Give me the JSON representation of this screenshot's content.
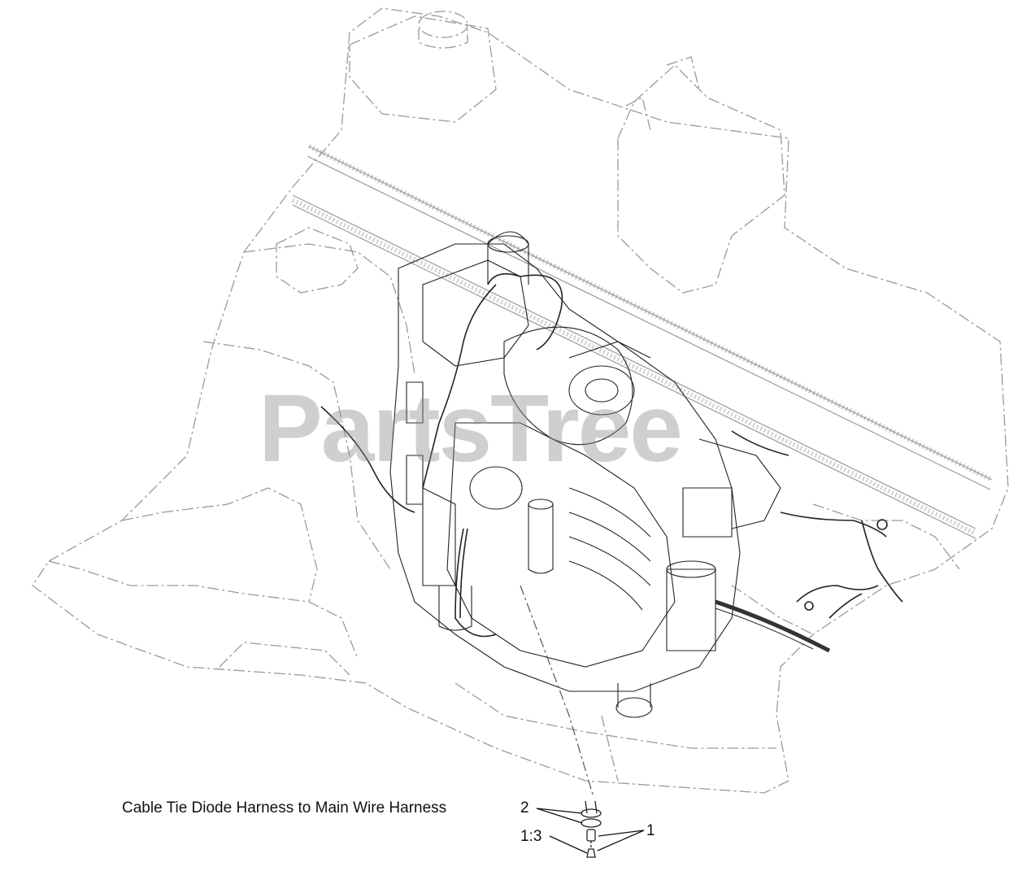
{
  "watermark": "PartsTree",
  "callouts": {
    "description": "Cable Tie Diode Harness to Main Wire Harness",
    "item_2": "2",
    "item_1": "1",
    "item_1_3": "1:3"
  },
  "colors": {
    "line": "#222222",
    "phantom": "#9a9a9a",
    "watermark": "#8c8c8c"
  }
}
